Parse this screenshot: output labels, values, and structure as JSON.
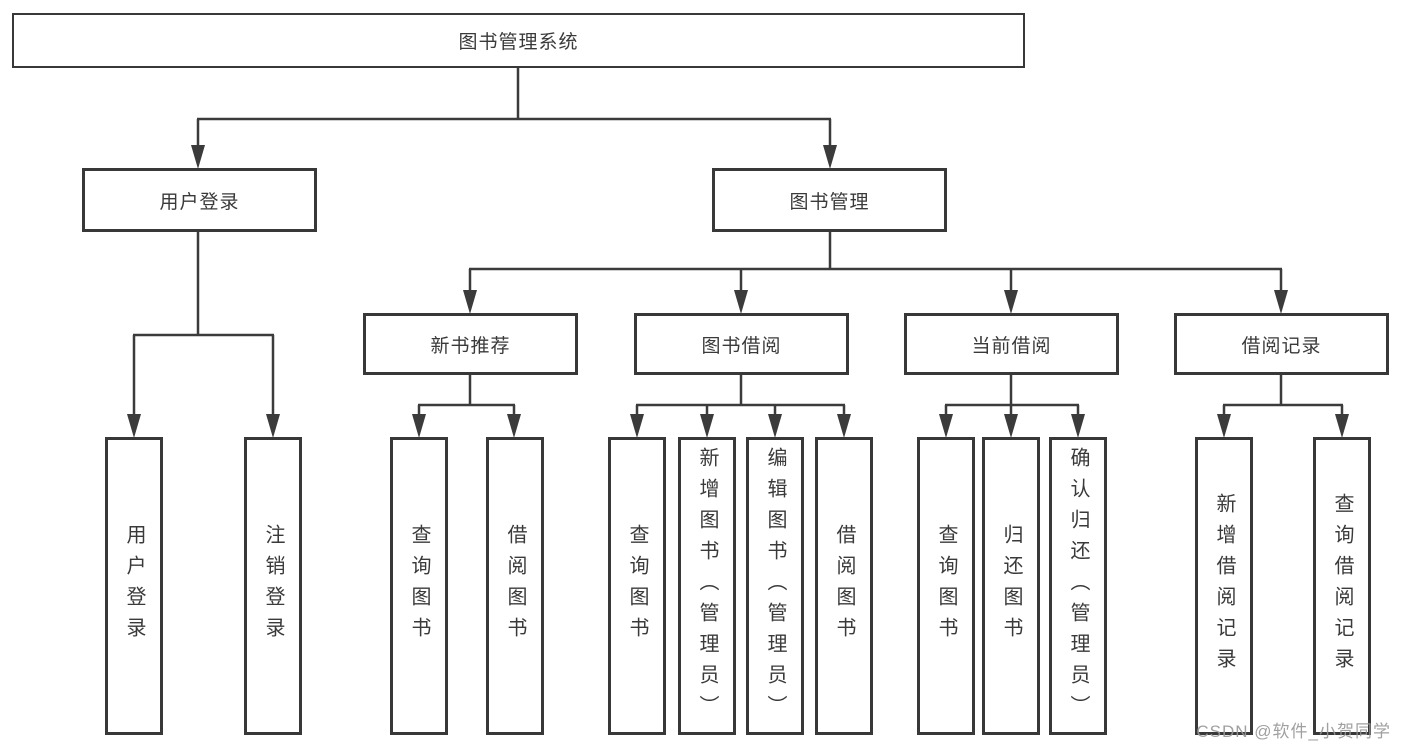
{
  "diagram": {
    "watermark": "CSDN @软件_小贺同学",
    "colors": {
      "line": "#3b3b3b",
      "box_border": "#383838",
      "box_fill": "#ffffff",
      "text": "#3a3a3a",
      "watermark": "#989898"
    },
    "tree": {
      "label": "图书管理系统",
      "children": [
        {
          "label": "用户登录",
          "children": [
            {
              "label": "用户登录"
            },
            {
              "label": "注销登录"
            }
          ]
        },
        {
          "label": "图书管理",
          "children": [
            {
              "label": "新书推荐",
              "children": [
                {
                  "label": "查询图书"
                },
                {
                  "label": "借阅图书"
                }
              ]
            },
            {
              "label": "图书借阅",
              "children": [
                {
                  "label": "查询图书"
                },
                {
                  "label": "新增图书（管理员）"
                },
                {
                  "label": "编辑图书（管理员）"
                },
                {
                  "label": "借阅图书"
                }
              ]
            },
            {
              "label": "当前借阅",
              "children": [
                {
                  "label": "查询图书"
                },
                {
                  "label": "归还图书"
                },
                {
                  "label": "确认归还（管理员）"
                }
              ]
            },
            {
              "label": "借阅记录",
              "children": [
                {
                  "label": "新增借阅记录"
                },
                {
                  "label": "查询借阅记录"
                }
              ]
            }
          ]
        }
      ]
    }
  }
}
